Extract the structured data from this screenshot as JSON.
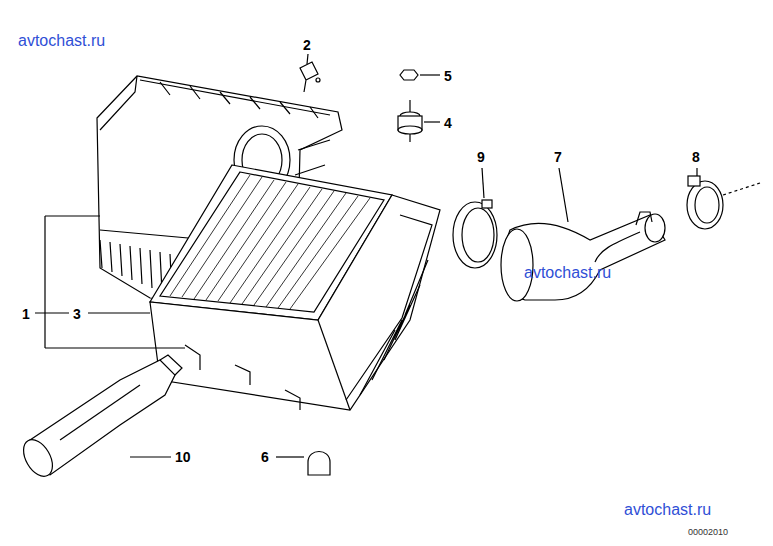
{
  "diagram": {
    "labels": [
      "avtochast.ru",
      "2",
      "5",
      "4",
      "9",
      "7",
      "8",
      "avtochast.ru",
      "1",
      "3",
      "10",
      "6",
      "avtochast.ru",
      "00002010"
    ]
  }
}
